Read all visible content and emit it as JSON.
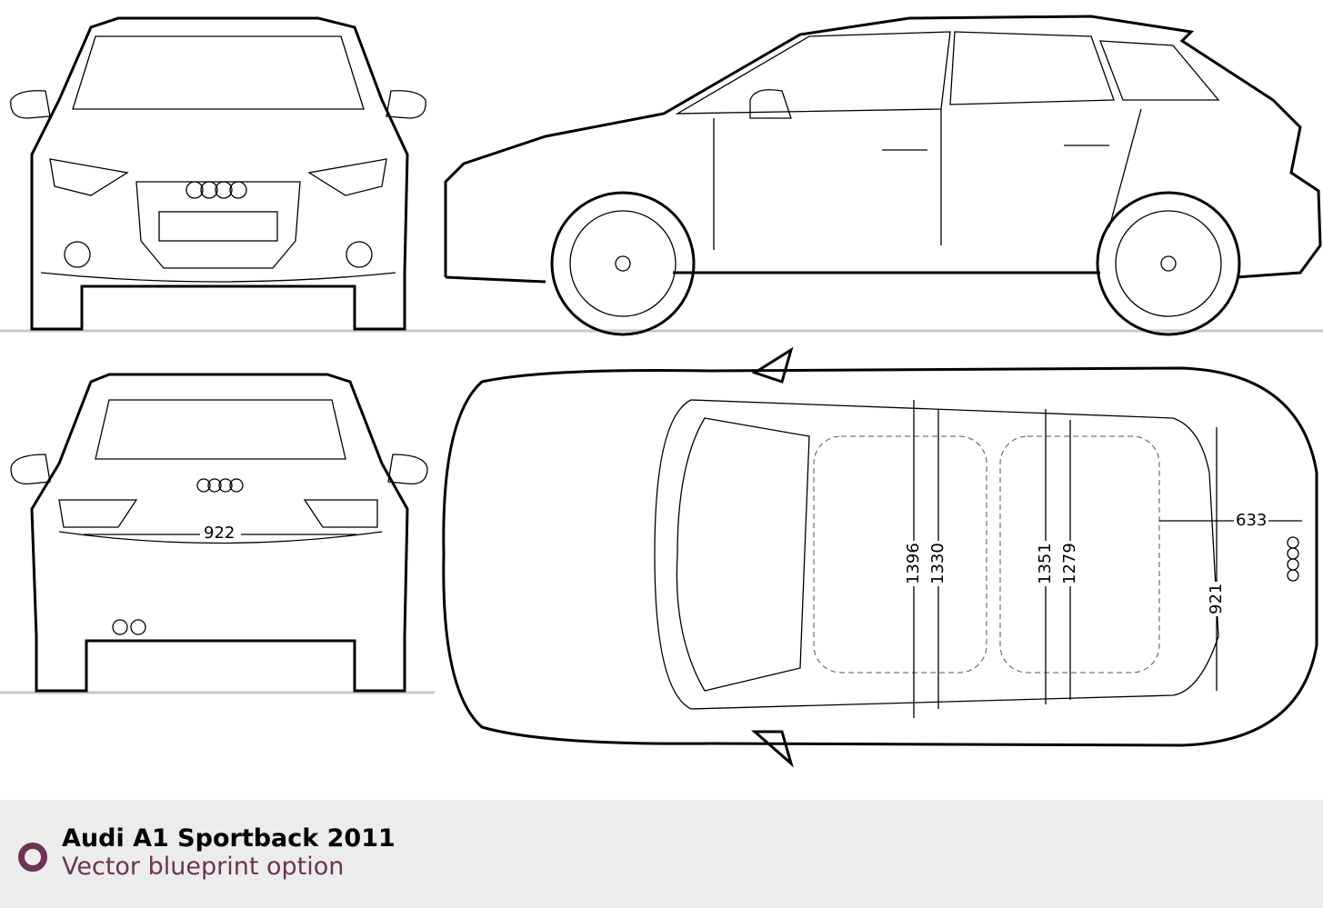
{
  "dimensions": {
    "rear_track_width": "922",
    "front_shoulder_width": "1396",
    "front_elbow_width": "1330",
    "rear_shoulder_width": "1351",
    "rear_elbow_width": "1279",
    "trunk_depth": "633",
    "trunk_width": "921"
  },
  "footer": {
    "title": "Audi A1 Sportback 2011",
    "subtitle": "Vector blueprint option"
  },
  "colors": {
    "accent": "#6b3553",
    "footer_bg": "#ececec",
    "ground": "#c8c8c8"
  }
}
